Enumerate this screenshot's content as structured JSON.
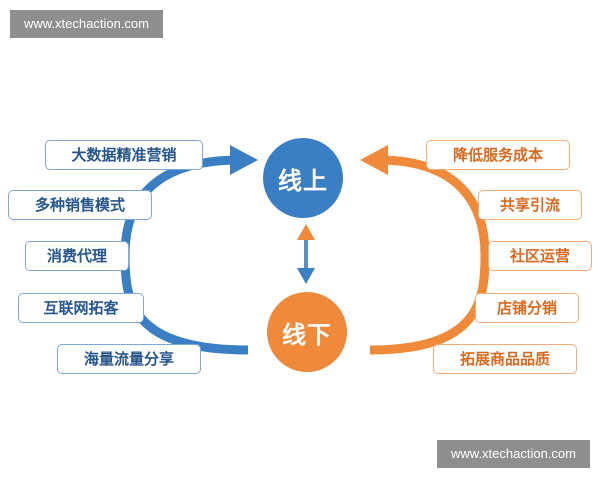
{
  "watermark": {
    "top": "www.xtechaction.com",
    "bottom": "www.xtechaction.com"
  },
  "center": {
    "online": "线上",
    "offline": "线下"
  },
  "left_items": [
    "大数据精准营销",
    "多种销售模式",
    "消费代理",
    "互联网拓客",
    "海量流量分享"
  ],
  "right_items": [
    "降低服务成本",
    "共享引流",
    "社区运营",
    "店铺分销",
    "拓展商品品质"
  ],
  "colors": {
    "blue": "#3a7fc4",
    "orange": "#ee8a3a",
    "blue_text": "#27568c",
    "orange_text": "#d9691e"
  }
}
